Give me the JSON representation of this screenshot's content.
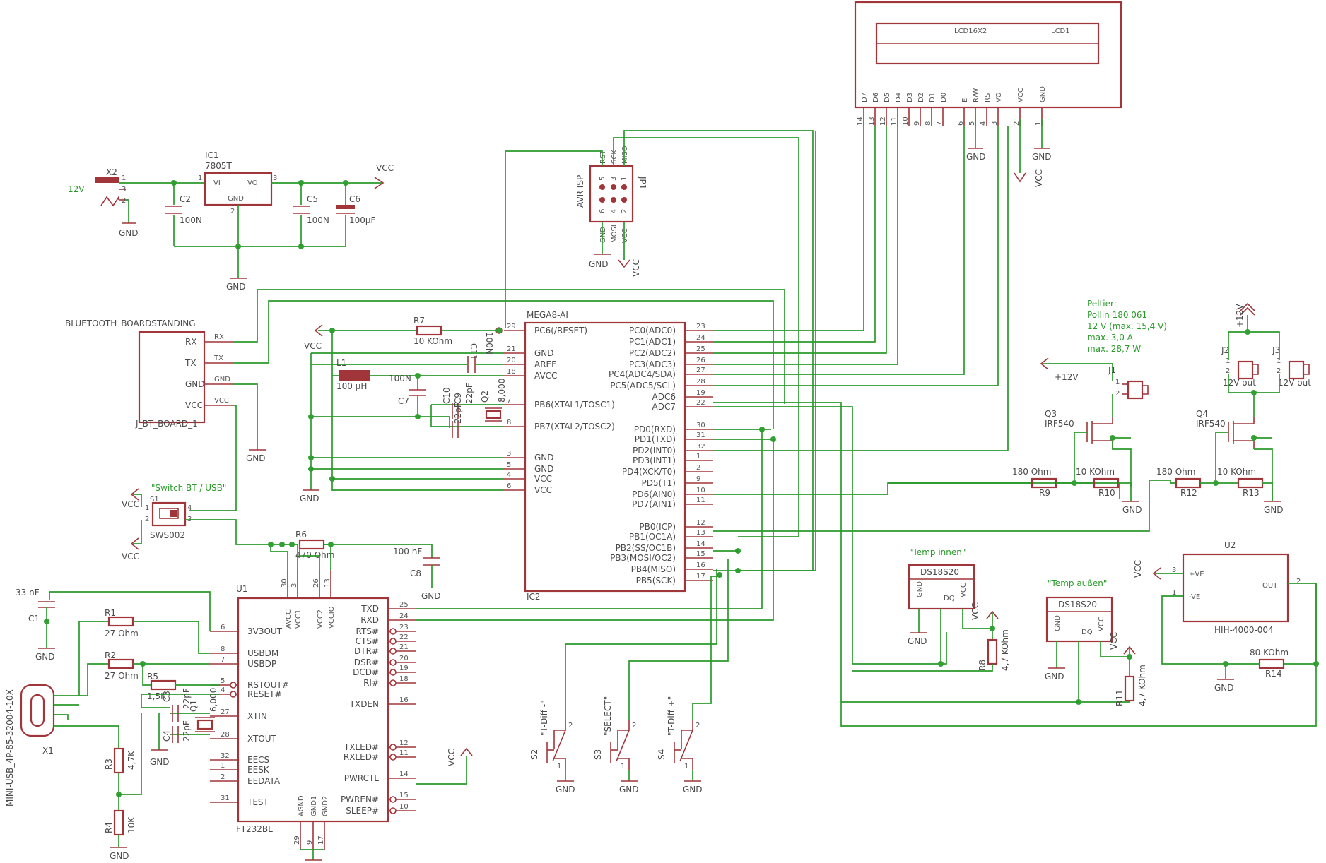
{
  "colors": {
    "part": "#a0353a",
    "net": "#2a9a2a",
    "text": "#4a4a4a",
    "background": "#ffffff"
  },
  "power": {
    "x2": "X2",
    "v12": "12V",
    "gnd": "GND",
    "vcc": "VCC",
    "ic1": "IC1",
    "ic1_val": "7805T",
    "ic1_vi": "VI",
    "ic1_vo": "VO",
    "ic1_gnd": "GND",
    "c2": "C2",
    "c2_val": "100N",
    "c5": "C5",
    "c5_val": "100N",
    "c6": "C6",
    "c6_val": "100µF",
    "pin1": "1",
    "pin2": "2",
    "pin3": "3"
  },
  "lcd": {
    "name": "LCD1",
    "type": "LCD16X2",
    "pins": [
      "D7",
      "D6",
      "D5",
      "D4",
      "D3",
      "D2",
      "D1",
      "D0",
      "E",
      "R/W",
      "RS",
      "VO",
      "VCC",
      "GND"
    ],
    "pinnums": [
      "14",
      "13",
      "12",
      "11",
      "10",
      "9",
      "8",
      "7",
      "6",
      "5",
      "4",
      "3",
      "2",
      "1"
    ]
  },
  "isp": {
    "label": "AVR ISP",
    "ref": "JP1",
    "top": [
      "RST",
      "SCK",
      "MISO"
    ],
    "bottom": [
      "GND",
      "MOSI",
      "VCC"
    ],
    "topnums": [
      "5",
      "3",
      "1"
    ],
    "botnums": [
      "6",
      "4",
      "2"
    ]
  },
  "bt": {
    "name": "BLUETOOTH_BOARDSTANDING",
    "ref": "J_BT_BOARD_1",
    "pins": [
      "RX",
      "TX",
      "GND",
      "VCC"
    ]
  },
  "switch": {
    "title": "\"Switch BT / USB\"",
    "ref": "S1",
    "val": "SWS002",
    "pins": [
      "1",
      "2",
      "3",
      "4"
    ]
  },
  "mcu": {
    "name": "MEGA8-AI",
    "ref": "IC2",
    "left": [
      {
        "name": "PC6(/RESET)",
        "num": "29"
      },
      {
        "name": "GND",
        "num": "21"
      },
      {
        "name": "AREF",
        "num": "20"
      },
      {
        "name": "AVCC",
        "num": "18"
      },
      {
        "name": "PB6(XTAL1/TOSC1)",
        "num": "7"
      },
      {
        "name": "PB7(XTAL2/TOSC2)",
        "num": "8"
      },
      {
        "name": "GND",
        "num": "3"
      },
      {
        "name": "GND",
        "num": "5"
      },
      {
        "name": "VCC",
        "num": "4"
      },
      {
        "name": "VCC",
        "num": "6"
      }
    ],
    "right": [
      {
        "name": "PC0(ADC0)",
        "num": "23"
      },
      {
        "name": "PC1(ADC1)",
        "num": "24"
      },
      {
        "name": "PC2(ADC2)",
        "num": "25"
      },
      {
        "name": "PC3(ADC3)",
        "num": "26"
      },
      {
        "name": "PC4(ADC4/SDA)",
        "num": "27"
      },
      {
        "name": "PC5(ADC5/SCL)",
        "num": "28"
      },
      {
        "name": "ADC6",
        "num": "19"
      },
      {
        "name": "ADC7",
        "num": "22"
      },
      {
        "name": "PD0(RXD)",
        "num": "30"
      },
      {
        "name": "PD1(TXD)",
        "num": "31"
      },
      {
        "name": "PD2(INT0)",
        "num": "32"
      },
      {
        "name": "PD3(INT1)",
        "num": "1"
      },
      {
        "name": "PD4(XCK/T0)",
        "num": "2"
      },
      {
        "name": "PD5(T1)",
        "num": "9"
      },
      {
        "name": "PD6(AIN0)",
        "num": "10"
      },
      {
        "name": "PD7(AIN1)",
        "num": "11"
      },
      {
        "name": "PB0(ICP)",
        "num": "12"
      },
      {
        "name": "PB1(OC1A)",
        "num": "13"
      },
      {
        "name": "PB2(SS/OC1B)",
        "num": "14"
      },
      {
        "name": "PB3(MOSI/OC2)",
        "num": "15"
      },
      {
        "name": "PB4(MISO)",
        "num": "16"
      },
      {
        "name": "PB5(SCK)",
        "num": "17"
      }
    ]
  },
  "mcu_periph": {
    "r7": "R7",
    "r7_val": "10 KOhm",
    "c11": "C11",
    "c11_val": "100N",
    "l1": "L1",
    "l1_val": "100 µH",
    "c7": "C7",
    "c7_val": "100N",
    "c10": "C10",
    "c9": "C9",
    "c9_val": "22pF",
    "c10_val": "22pF",
    "q2": "Q2",
    "q2_val": "8,000"
  },
  "ftdi": {
    "name": "FT232BL",
    "ref": "U1",
    "left": [
      {
        "name": "3V3OUT",
        "num": "6"
      },
      {
        "name": "USBDM",
        "num": "8"
      },
      {
        "name": "USBDP",
        "num": "7"
      },
      {
        "name": "RSTOUT#",
        "num": "5"
      },
      {
        "name": "RESET#",
        "num": "4"
      },
      {
        "name": "XTIN",
        "num": "27"
      },
      {
        "name": "XTOUT",
        "num": "28"
      },
      {
        "name": "EECS",
        "num": "32"
      },
      {
        "name": "EESK",
        "num": "1"
      },
      {
        "name": "EEDATA",
        "num": "2"
      },
      {
        "name": "TEST",
        "num": "31"
      }
    ],
    "right": [
      {
        "name": "TXD",
        "num": "25"
      },
      {
        "name": "RXD",
        "num": "24"
      },
      {
        "name": "RTS#",
        "num": "23"
      },
      {
        "name": "CTS#",
        "num": "22"
      },
      {
        "name": "DTR#",
        "num": "21"
      },
      {
        "name": "DSR#",
        "num": "20"
      },
      {
        "name": "DCD#",
        "num": "19"
      },
      {
        "name": "RI#",
        "num": "18"
      },
      {
        "name": "TXDEN",
        "num": "16"
      },
      {
        "name": "TXLED#",
        "num": "12"
      },
      {
        "name": "RXLED#",
        "num": "11"
      },
      {
        "name": "PWRCTL",
        "num": "14"
      },
      {
        "name": "PWREN#",
        "num": "15"
      },
      {
        "name": "SLEEP#",
        "num": "10"
      }
    ],
    "top": [
      {
        "name": "AVCC",
        "num": "30"
      },
      {
        "name": "VCC1",
        "num": "3"
      },
      {
        "name": "VCC2",
        "num": "26"
      },
      {
        "name": "VCCIO",
        "num": "13"
      }
    ],
    "bottom": [
      {
        "name": "AGND",
        "num": "29"
      },
      {
        "name": "GND1",
        "num": "9"
      },
      {
        "name": "GND2",
        "num": "17"
      }
    ]
  },
  "usb": {
    "x1": "X1",
    "x1_val": "MINI-USB_4P-85-32004-10X",
    "c1": "C1",
    "c1_val": "33 nF",
    "r1": "R1",
    "r1_val": "27 Ohm",
    "r2": "R2",
    "r2_val": "27 Ohm",
    "r5": "R5",
    "r5_val": "1,5K",
    "r3": "R3",
    "r3_val": "4,7K",
    "r4": "R4",
    "r4_val": "10K",
    "c3": "C3",
    "c4": "C4",
    "c34_val": "22pF",
    "c4_val": "22pF",
    "q1": "Q1",
    "q1_val": "6,000",
    "r6": "R6",
    "r6_val": "470 Ohm",
    "c8": "C8",
    "c8_val": "100 nF"
  },
  "buttons": [
    {
      "ref": "S2",
      "label": "\"T-Diff -\""
    },
    {
      "ref": "S3",
      "label": "\"SELECT\""
    },
    {
      "ref": "S4",
      "label": "\"T-Diff +\""
    }
  ],
  "sensors": {
    "inner_title": "\"Temp innen\"",
    "outer_title": "\"Temp außen\"",
    "ds": "DS18S20",
    "pins": [
      "GND",
      "DQ",
      "VCC"
    ],
    "r8": "R8",
    "r8_val": "4,7 KOhm",
    "r11": "R11",
    "r11_val": "4,7 KOhm"
  },
  "peltier": {
    "notes": [
      "Peltier:",
      "Pollin 180 061",
      "12 V (max. 15,4 V)",
      "max. 3,0 A",
      "max. 28,7 W"
    ],
    "j1": "J1",
    "j2": "J2",
    "j3": "J3",
    "v12": "+12V",
    "out": "12V out",
    "q3": "Q3",
    "q4": "Q4",
    "mosfet": "IRF540",
    "r9": "R9",
    "r9_val": "180 Ohm",
    "r10": "R10",
    "r10_val": "10 KOhm",
    "r12": "R12",
    "r12_val": "180 Ohm",
    "r13": "R13",
    "r13_val": "10 KOhm"
  },
  "hih": {
    "ref": "U2",
    "val": "HIH-4000-004",
    "pve": "+VE",
    "nve": "-VE",
    "out": "OUT",
    "r14": "R14",
    "r14_val": "80 KOhm"
  }
}
